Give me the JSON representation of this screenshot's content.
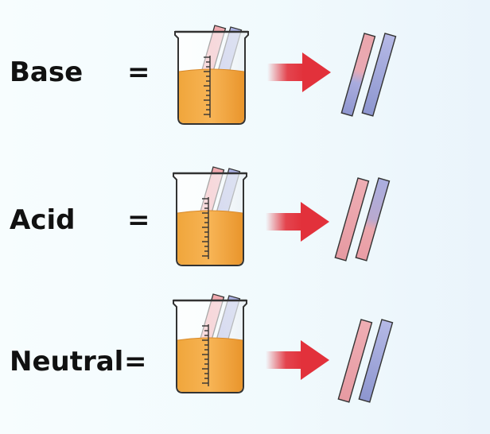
{
  "rows": [
    {
      "label": "Base",
      "equals": "="
    },
    {
      "label": "Acid",
      "equals": "="
    },
    {
      "label": "Neutral",
      "equals": "="
    }
  ],
  "colors": {
    "liquid": "#f3a23a",
    "strip_red": "#eba6ac",
    "strip_blue": "#a6acdf",
    "strip_blue_dark": "#8d96cf",
    "arrow": "#e2313b"
  },
  "icons": [
    "beaker-icon",
    "litmus-strip-icon",
    "arrow-right-icon"
  ]
}
